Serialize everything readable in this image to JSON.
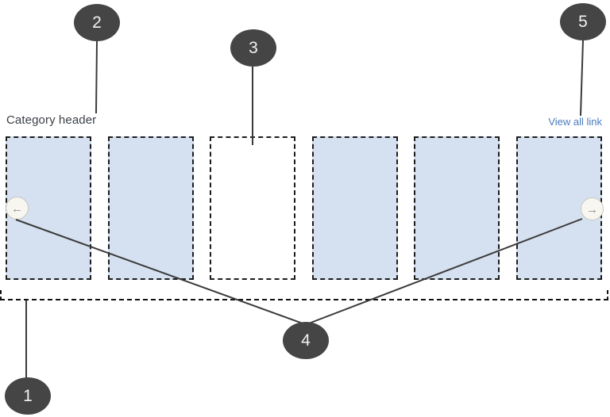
{
  "carousel": {
    "header_label": "Category header",
    "view_all_label": "View all link",
    "prev_icon": "←",
    "next_icon": "→",
    "card_count": 6,
    "cards": [
      {
        "variant": "filled"
      },
      {
        "variant": "filled"
      },
      {
        "variant": "empty"
      },
      {
        "variant": "filled"
      },
      {
        "variant": "filled"
      },
      {
        "variant": "filled"
      }
    ]
  },
  "callouts": [
    {
      "number": "1"
    },
    {
      "number": "2"
    },
    {
      "number": "3"
    },
    {
      "number": "4"
    },
    {
      "number": "5"
    }
  ],
  "colors": {
    "card_fill": "#d5e1f0",
    "callout_bg": "#454545",
    "callout_text": "#f2f2f2",
    "link_text": "#4a7abf",
    "header_text": "#3c4045",
    "connector_line": "#3a3a3a",
    "arrow_button_fill": "#f8f6f1",
    "arrow_button_border": "#c9c7c0",
    "arrow_glyph": "#8c8b83"
  }
}
